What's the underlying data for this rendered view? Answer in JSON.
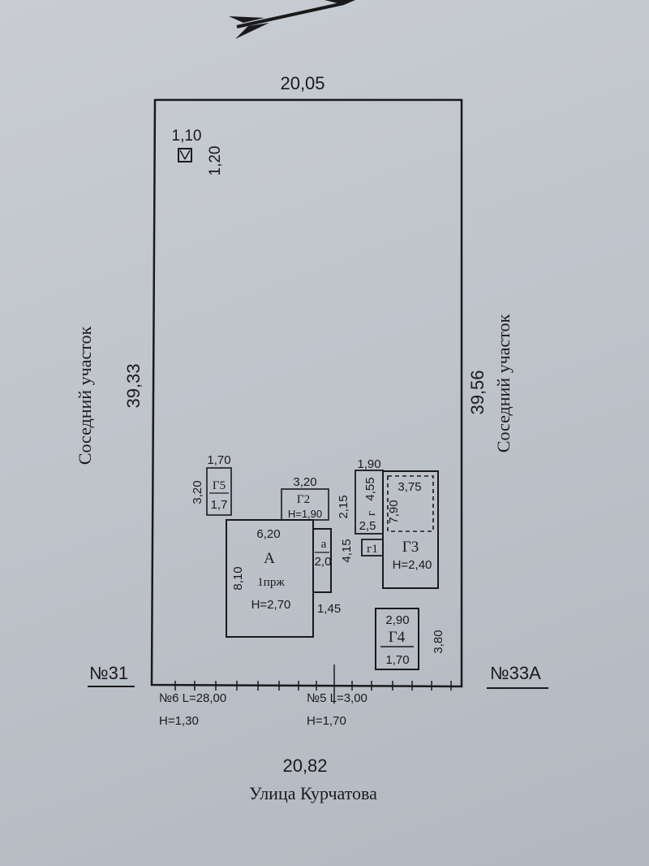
{
  "plot": {
    "top_width": "20,05",
    "bottom_width": "20,82",
    "left_length": "39,33",
    "right_length": "39,56",
    "left_label": "Соседний участок",
    "right_label": "Соседний участок",
    "street": "Улица Курчатова",
    "left_neighbor": "№31",
    "right_neighbor": "№33А"
  },
  "well": {
    "w": "1,10",
    "h": "1,20"
  },
  "house_a": {
    "label": "А",
    "floors": "1прж",
    "height": "Н=2,70",
    "width": "6,20",
    "length": "8,10"
  },
  "annex_a": {
    "label": "а",
    "size": "2,0",
    "depth": "4,15",
    "offset": "1,45"
  },
  "g2": {
    "label": "Г2",
    "width": "3,20",
    "height": "Н=1,90"
  },
  "g5": {
    "width": "1,70",
    "depth": "3,20",
    "label": "Г5",
    "size": "1,7"
  },
  "g": {
    "top": "1,90",
    "label": "г",
    "size1": "4,55",
    "size2": "2,5",
    "side": "2,15"
  },
  "g1": {
    "label": "г1"
  },
  "g3": {
    "label": "Г3",
    "height": "Н=2,40",
    "inner_w": "3,75",
    "inner_h": "7,90"
  },
  "g4": {
    "width": "2,90",
    "label": "Г4",
    "size": "1,70",
    "depth": "3,80"
  },
  "fence6": {
    "label": "№6 L=28,00",
    "height": "Н=1,30"
  },
  "fence5": {
    "label": "№5 L=3,00",
    "height": "Н=1,70"
  }
}
